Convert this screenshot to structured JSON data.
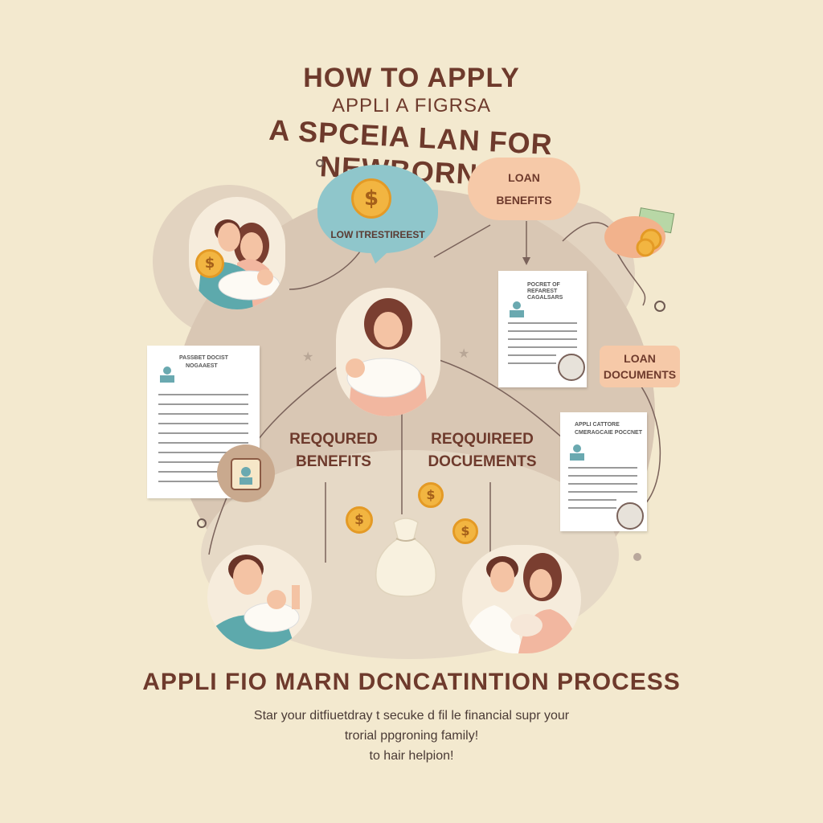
{
  "header": {
    "title_line1": "HOW TO APPLY",
    "title_line2": "APPLI A FIGRSA",
    "title_line3": "A  SPCEIA LAN FOR NEWBORNS"
  },
  "bubbles": {
    "low_interest": "LOW ITRESTIREEST",
    "loan_benefits_1": "LOAN",
    "loan_benefits_2": "BENEFITS",
    "loan_documents_1": "LOAN",
    "loan_documents_2": "DOCUMENTS"
  },
  "center": {
    "required_benefits_1": "REQQURED",
    "required_benefits_2": "BENEFITS",
    "required_documents_1": "REQQUIREED",
    "required_documents_2": "DOCUEMENTS"
  },
  "documents": {
    "left_header_1": "PASSBET DOCIST",
    "left_header_2": "NOGAAEST",
    "right_top_header_1": "POCRET OF",
    "right_top_header_2": "REFAREST",
    "right_top_header_3": "CAGALSARS",
    "right_bottom_header_1": "APPLI CATTORE",
    "right_bottom_header_2": "CMERAGCAIE POCCNET"
  },
  "coin_symbol": "$",
  "footer": {
    "title": "APPLI FIO MARN DCNCATINTION PROCESS",
    "line1": "Star your ditfiuetdray t secuke d fil le financial supr your",
    "line2": "trorial ppgroning family!",
    "line3": "to hair helpion!"
  },
  "colors": {
    "background": "#f3e9cf",
    "title": "#6e3a2c",
    "teal": "#8fc6cb",
    "peach": "#f6c9a8",
    "coin": "#f2b541"
  }
}
